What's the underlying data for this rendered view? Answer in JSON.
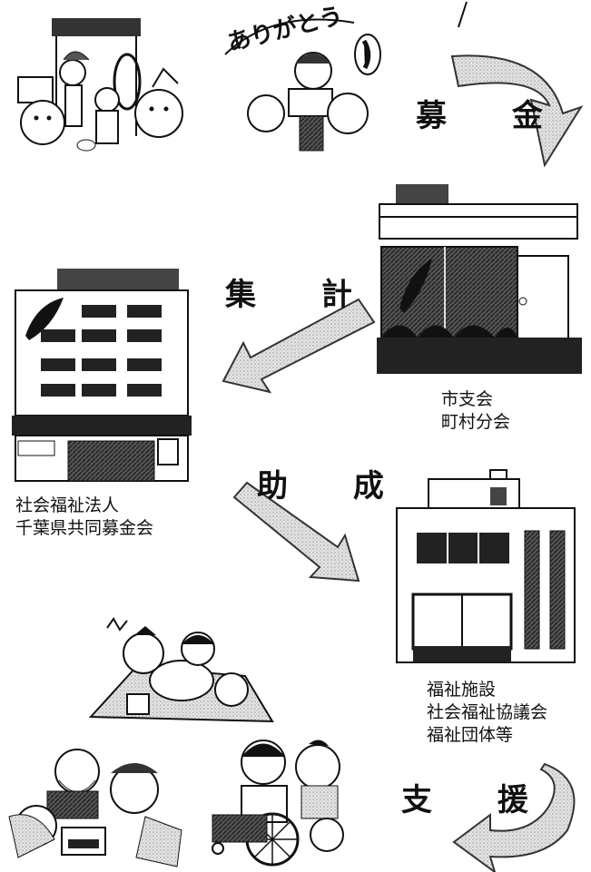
{
  "scenes": {
    "donors_top_left": "募金箱を囲むキャラクターたち",
    "thanks_banner": "ありがとう",
    "festival_scene": "お祭りの遊び",
    "elder_scene": "高齢者との交流",
    "wheelchair_scene": "車いすの支援"
  },
  "flow_labels": {
    "fundraising": "募 金",
    "aggregation": "集 計",
    "subsidy": "助 成",
    "support": "支 援"
  },
  "captions": {
    "branch_line1": "市支会",
    "branch_line2": "町村分会",
    "hq_line1": "社会福祉法人",
    "hq_line2": "千葉県共同募金会",
    "facility_line1": "福祉施設",
    "facility_line2": "社会福祉協議会",
    "facility_line3": "福祉団体等"
  },
  "colors": {
    "ink": "#111111",
    "arrow_fill": "#cfcfcf",
    "building_dark": "#333333"
  }
}
